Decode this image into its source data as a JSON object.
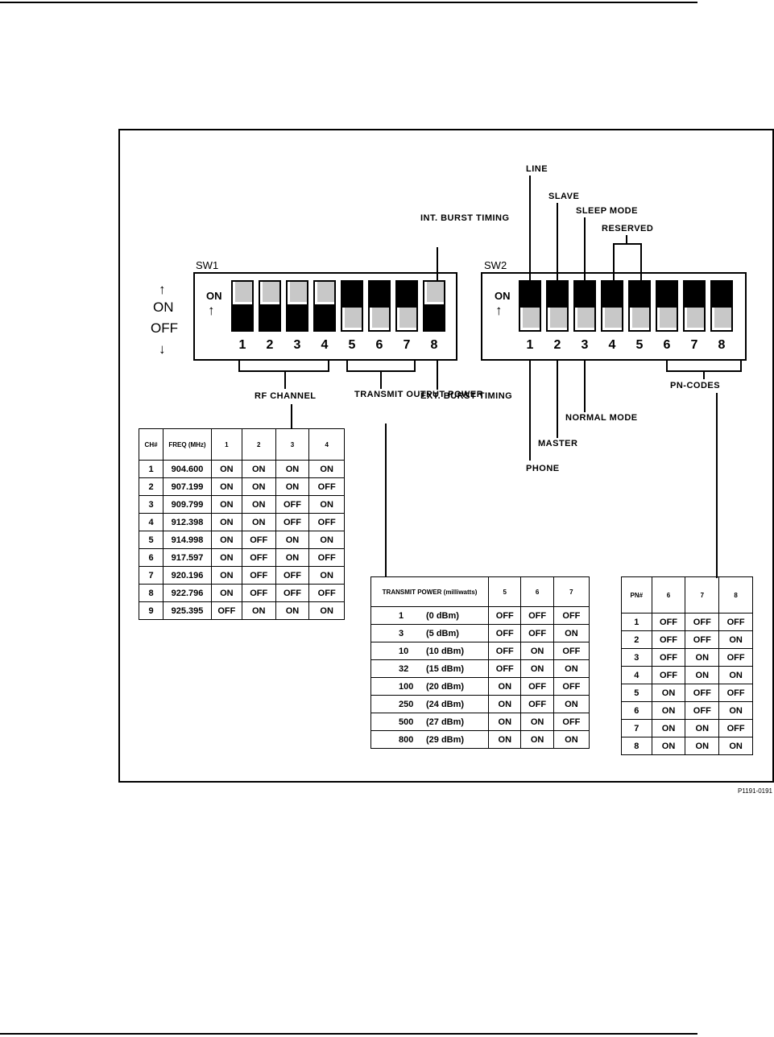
{
  "figure_id": "P1191-0191",
  "sw1": {
    "label": "SW1",
    "on_label": "ON",
    "legend": {
      "on": "ON",
      "off": "OFF"
    },
    "numbers": [
      "1",
      "2",
      "3",
      "4",
      "5",
      "6",
      "7",
      "8"
    ],
    "states": [
      "on",
      "on",
      "on",
      "on",
      "off",
      "off",
      "off",
      "on"
    ],
    "callouts": {
      "int_burst": "INT. BURST TIMING",
      "rf_channel": "RF CHANNEL",
      "transmit_output": "TRANSMIT OUTPUT POWER",
      "ext_burst": "EXT. BURST TIMING"
    }
  },
  "sw2": {
    "label": "SW2",
    "on_label": "ON",
    "numbers": [
      "1",
      "2",
      "3",
      "4",
      "5",
      "6",
      "7",
      "8"
    ],
    "states": [
      "off",
      "off",
      "off",
      "off",
      "off",
      "off",
      "off",
      "off"
    ],
    "callouts": {
      "line": "LINE",
      "slave": "SLAVE",
      "sleep_mode": "SLEEP MODE",
      "reserved": "RESERVED",
      "pn_codes": "PN-CODES",
      "normal_mode": "NORMAL MODE",
      "master": "MASTER",
      "phone": "PHONE"
    }
  },
  "rf_table": {
    "headers": [
      "CH#",
      "FREQ (MHz)",
      "1",
      "2",
      "3",
      "4"
    ],
    "rows": [
      [
        "1",
        "904.600",
        "ON",
        "ON",
        "ON",
        "ON"
      ],
      [
        "2",
        "907.199",
        "ON",
        "ON",
        "ON",
        "OFF"
      ],
      [
        "3",
        "909.799",
        "ON",
        "ON",
        "OFF",
        "ON"
      ],
      [
        "4",
        "912.398",
        "ON",
        "ON",
        "OFF",
        "OFF"
      ],
      [
        "5",
        "914.998",
        "ON",
        "OFF",
        "ON",
        "ON"
      ],
      [
        "6",
        "917.597",
        "ON",
        "OFF",
        "ON",
        "OFF"
      ],
      [
        "7",
        "920.196",
        "ON",
        "OFF",
        "OFF",
        "ON"
      ],
      [
        "8",
        "922.796",
        "ON",
        "OFF",
        "OFF",
        "OFF"
      ],
      [
        "9",
        "925.395",
        "OFF",
        "ON",
        "ON",
        "ON"
      ]
    ]
  },
  "power_table": {
    "headers": [
      "TRANSMIT POWER (milliwatts)",
      "5",
      "6",
      "7"
    ],
    "rows": [
      [
        "1",
        "(0 dBm)",
        "OFF",
        "OFF",
        "OFF"
      ],
      [
        "3",
        "(5 dBm)",
        "OFF",
        "OFF",
        "ON"
      ],
      [
        "10",
        "(10 dBm)",
        "OFF",
        "ON",
        "OFF"
      ],
      [
        "32",
        "(15 dBm)",
        "OFF",
        "ON",
        "ON"
      ],
      [
        "100",
        "(20 dBm)",
        "ON",
        "OFF",
        "OFF"
      ],
      [
        "250",
        "(24 dBm)",
        "ON",
        "OFF",
        "ON"
      ],
      [
        "500",
        "(27 dBm)",
        "ON",
        "ON",
        "OFF"
      ],
      [
        "800",
        "(29 dBm)",
        "ON",
        "ON",
        "ON"
      ]
    ]
  },
  "pn_table": {
    "headers": [
      "PN#",
      "6",
      "7",
      "8"
    ],
    "rows": [
      [
        "1",
        "OFF",
        "OFF",
        "OFF"
      ],
      [
        "2",
        "OFF",
        "OFF",
        "ON"
      ],
      [
        "3",
        "OFF",
        "ON",
        "OFF"
      ],
      [
        "4",
        "OFF",
        "ON",
        "ON"
      ],
      [
        "5",
        "ON",
        "OFF",
        "OFF"
      ],
      [
        "6",
        "ON",
        "OFF",
        "ON"
      ],
      [
        "7",
        "ON",
        "ON",
        "OFF"
      ],
      [
        "8",
        "ON",
        "ON",
        "ON"
      ]
    ]
  }
}
